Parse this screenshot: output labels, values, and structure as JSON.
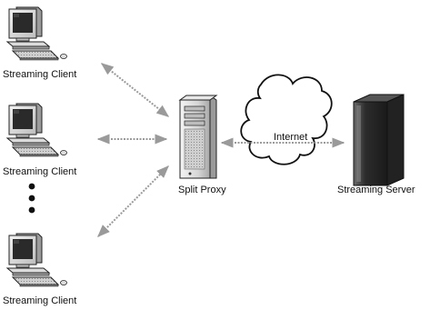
{
  "nodes": {
    "clients": [
      {
        "label": "Streaming Client"
      },
      {
        "label": "Streaming Client"
      },
      {
        "label": "Streaming Client"
      }
    ],
    "proxy": {
      "label": "Split Proxy"
    },
    "internet": {
      "label": "Internet"
    },
    "server": {
      "label": "Streaming Server"
    }
  },
  "icons": {
    "client": "desktop-computer-icon",
    "proxy": "tower-server-icon",
    "internet": "cloud-icon",
    "server": "tower-server-icon",
    "ellipsis": "vertical-ellipsis-icon"
  },
  "colors": {
    "arrow": "#9a9a9a",
    "outline": "#222222",
    "screen": "#2a2a2a",
    "server_dark": "#333333"
  }
}
